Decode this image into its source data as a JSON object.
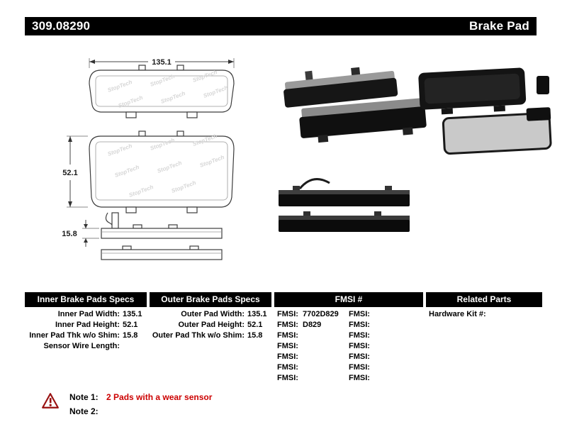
{
  "header": {
    "part_number": "309.08290",
    "product_type": "Brake Pad"
  },
  "diagram": {
    "pad_width": "135.1",
    "pad_height": "52.1",
    "pad_thickness": "15.8",
    "watermark": "StopTech"
  },
  "specs": {
    "inner": {
      "title": "Inner Brake Pads Specs",
      "rows": [
        {
          "label": "Inner Pad Width:",
          "value": "135.1"
        },
        {
          "label": "Inner Pad Height:",
          "value": "52.1"
        },
        {
          "label": "Inner Pad Thk w/o Shim:",
          "value": "15.8"
        },
        {
          "label": "Sensor Wire Length:",
          "value": ""
        }
      ]
    },
    "outer": {
      "title": "Outer Brake Pads Specs",
      "rows": [
        {
          "label": "Outer Pad Width:",
          "value": "135.1"
        },
        {
          "label": "Outer Pad Height:",
          "value": "52.1"
        },
        {
          "label": "Outer Pad Thk w/o Shim:",
          "value": "15.8"
        }
      ]
    },
    "fmsi": {
      "title": "FMSI #",
      "left": [
        {
          "label": "FMSI:",
          "value": "7702D829"
        },
        {
          "label": "FMSI:",
          "value": "D829"
        },
        {
          "label": "FMSI:",
          "value": ""
        },
        {
          "label": "FMSI:",
          "value": ""
        },
        {
          "label": "FMSI:",
          "value": ""
        },
        {
          "label": "FMSI:",
          "value": ""
        },
        {
          "label": "FMSI:",
          "value": ""
        }
      ],
      "right": [
        {
          "label": "FMSI:",
          "value": ""
        },
        {
          "label": "FMSI:",
          "value": ""
        },
        {
          "label": "FMSI:",
          "value": ""
        },
        {
          "label": "FMSI:",
          "value": ""
        },
        {
          "label": "FMSI:",
          "value": ""
        },
        {
          "label": "FMSI:",
          "value": ""
        },
        {
          "label": "FMSI:",
          "value": ""
        }
      ]
    },
    "related": {
      "title": "Related Parts",
      "rows": [
        {
          "label": "Hardware Kit #:",
          "value": ""
        }
      ]
    }
  },
  "notes": {
    "icon": "warning-icon",
    "items": [
      {
        "label": "Note 1:",
        "text": "2 Pads with a wear sensor"
      },
      {
        "label": "Note 2:",
        "text": ""
      }
    ]
  },
  "colors": {
    "header_bg": "#000000",
    "header_text": "#ffffff",
    "note_red": "#cc0000"
  }
}
